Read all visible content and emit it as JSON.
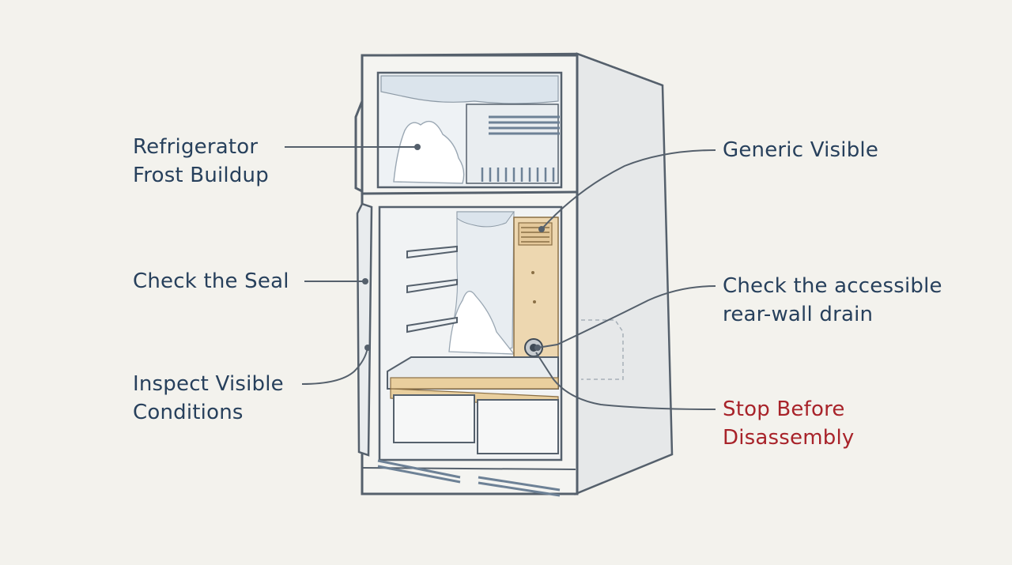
{
  "callouts": {
    "frost": {
      "lines": [
        "Refrigerator",
        "Frost Buildup"
      ],
      "color": "#27405c"
    },
    "seal": {
      "lines": [
        "Check the Seal"
      ],
      "color": "#27405c"
    },
    "inspect": {
      "lines": [
        "Inspect Visible",
        "Conditions"
      ],
      "color": "#27405c"
    },
    "generic": {
      "lines": [
        "Generic Visible"
      ],
      "color": "#27405c"
    },
    "drain": {
      "lines": [
        "Check the accessible",
        "rear-wall drain"
      ],
      "color": "#27405c"
    },
    "stop": {
      "lines": [
        "Stop Before",
        "Disassembly"
      ],
      "color": "#a8232a"
    }
  },
  "palette": {
    "background": "#f3f2ed",
    "outline": "#55606c",
    "frost": "#d9e2ec",
    "panel": "#edd7b0",
    "shelf_accent": "#e9cf9e",
    "vent": "#6d8196"
  }
}
